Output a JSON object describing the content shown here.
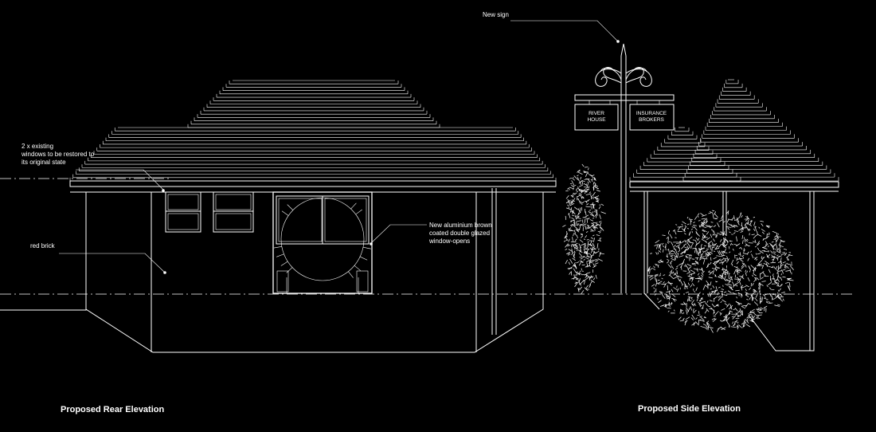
{
  "annotations": {
    "new_sign": "New sign",
    "existing_windows": [
      "2 x existing",
      "windows to be restored to",
      "its original state"
    ],
    "red_brick": "red brick",
    "new_windows": [
      "New aluminium brown",
      "coated double glazed",
      "window-opens"
    ]
  },
  "sign_boards": {
    "left": [
      "RIVER",
      "HOUSE"
    ],
    "right": [
      "INSURANCE",
      "BROKERS"
    ]
  },
  "captions": {
    "rear": "Proposed Rear Elevation",
    "side": "Proposed Side Elevation"
  }
}
